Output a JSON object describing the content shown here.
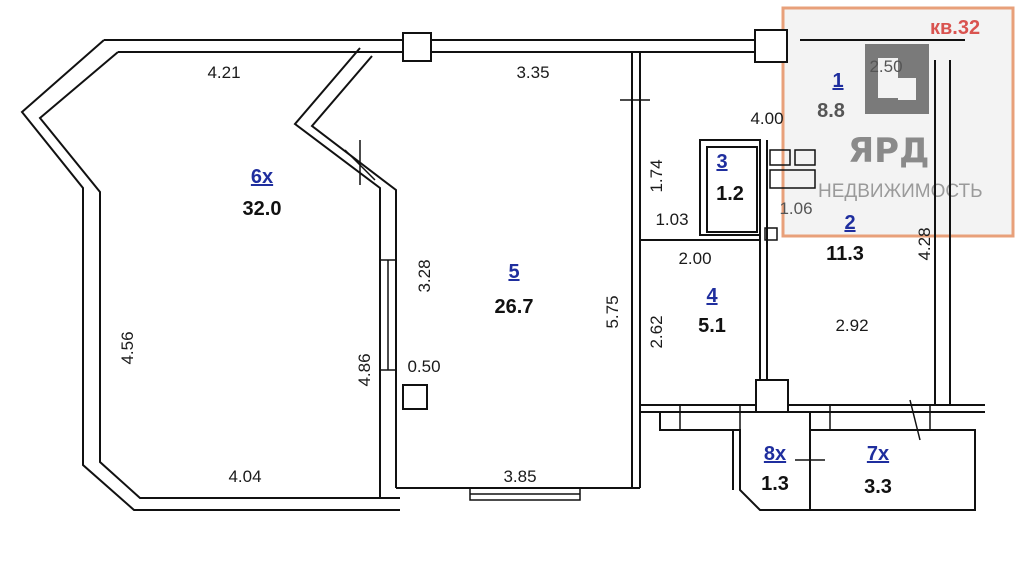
{
  "rooms": [
    {
      "id": "r1",
      "number": "1",
      "area": "8.8"
    },
    {
      "id": "r2",
      "number": "2",
      "area": "11.3"
    },
    {
      "id": "r3",
      "number": "3",
      "area": "1.2"
    },
    {
      "id": "r4",
      "number": "4",
      "area": "5.1"
    },
    {
      "id": "r5",
      "number": "5",
      "area": "26.7"
    },
    {
      "id": "r6",
      "number": "6х",
      "area": "32.0"
    },
    {
      "id": "r7",
      "number": "7х",
      "area": "3.3"
    },
    {
      "id": "r8",
      "number": "8х",
      "area": "1.3"
    }
  ],
  "dimensions": {
    "d421": "4.21",
    "d335": "3.35",
    "d400": "4.00",
    "d250": "2.50",
    "d174": "1.74",
    "d103": "1.03",
    "d106": "1.06",
    "d200": "2.00",
    "d328": "3.28",
    "d575": "5.75",
    "d262": "2.62",
    "d292": "2.92",
    "d428": "4.28",
    "d456": "4.56",
    "d486": "4.86",
    "d050": "0.50",
    "d404": "4.04",
    "d385": "3.85"
  },
  "watermark": {
    "brand": "ЯРД",
    "subtitle": "НЕДВИЖИМОСТЬ",
    "apartment": "кв.32"
  },
  "colors": {
    "wall": "#111111",
    "room_number": "#1f2e9e",
    "watermark_border": "#e8a07a",
    "apartment_label": "#d9534f",
    "watermark_gray": "#8a8a8a"
  }
}
